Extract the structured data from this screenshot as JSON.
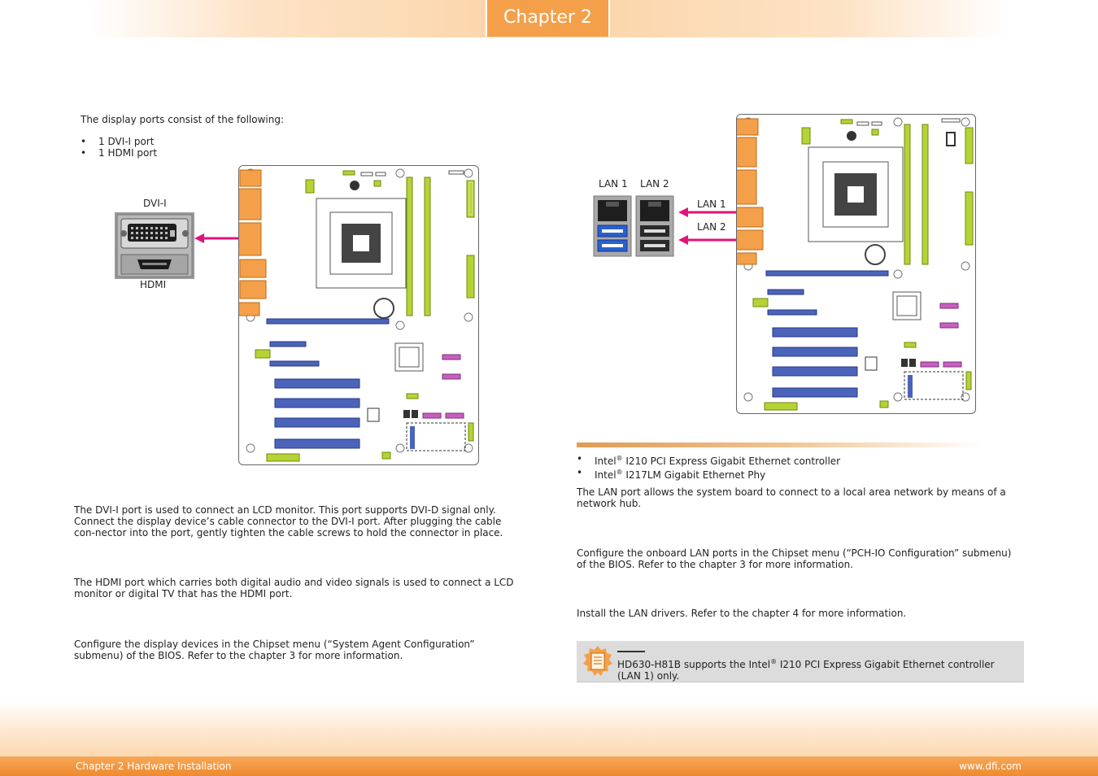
{
  "header": {
    "chapter_tab": "Chapter 2"
  },
  "left": {
    "intro": "The display ports consist of the following:",
    "ports_list": [
      "1 DVI-I port",
      "1 HDMI port"
    ],
    "label_dvi": "DVI-I",
    "label_hdmi": "HDMI",
    "para_dvi": "The DVI-I port is used to connect an LCD monitor. This port supports DVI-D signal only. Connect the display device’s cable connector to the DVI-I port. After plugging the cable con-nector into the port, gently tighten the cable screws to hold the connector in place.",
    "para_hdmi": "The HDMI port which carries both digital audio and video signals is used to connect a LCD monitor or digital TV that has the HDMI port.",
    "para_bios": "Configure the display devices in the Chipset menu (“System Agent Configuration” submenu) of the BIOS. Refer to the chapter 3 for more information."
  },
  "right": {
    "label_lan1_top": "LAN 1",
    "label_lan2_top": "LAN 2",
    "label_lan1_arrow": "LAN 1",
    "label_lan2_arrow": "LAN 2",
    "features": [
      {
        "brand": "Intel",
        "sup": "®",
        "rest": " I210 PCI Express Gigabit Ethernet controller"
      },
      {
        "brand": "Intel",
        "sup": "®",
        "rest": " I217LM Gigabit Ethernet Phy"
      }
    ],
    "para_lan": "The LAN port allows the system board to connect to a local area network by means of a network hub.",
    "para_bios": "Configure the onboard LAN ports in the Chipset menu (“PCH-IO Configuration” submenu) of the BIOS. Refer to the chapter 3 for more information.",
    "para_driver": "Install the LAN drivers. Refer to the chapter 4 for more information.",
    "note_part1": "HD630-H81B supports the Intel",
    "note_sup": "®",
    "note_part2": " I210 PCI Express Gigabit Ethernet controller (LAN 1) only."
  },
  "footer": {
    "left": "Chapter 2 Hardware Installation",
    "right": "www.dfi.com"
  },
  "colors": {
    "accent": "#f4a04a",
    "arrow": "#e0137c",
    "board_green": "#b6d335",
    "board_blue": "#4b63b8",
    "board_pink": "#c75fc0"
  }
}
